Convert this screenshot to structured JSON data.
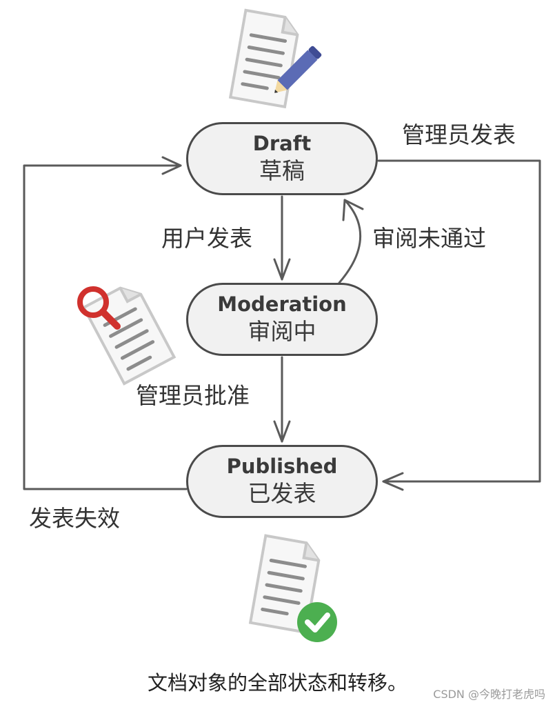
{
  "states": {
    "draft": {
      "en": "Draft",
      "zh": "草稿"
    },
    "moderation": {
      "en": "Moderation",
      "zh": "审阅中"
    },
    "published": {
      "en": "Published",
      "zh": "已发表"
    }
  },
  "transitions": {
    "user_publish": "用户发表",
    "admin_publish": "管理员发表",
    "review_failed": "审阅未通过",
    "admin_approve": "管理员批准",
    "expired": "发表失效"
  },
  "caption": "文档对象的全部状态和转移。",
  "watermark": "CSDN @今晚打老虎吗",
  "icons": {
    "draft": "document-edit-icon",
    "moderation": "document-search-icon",
    "published": "document-approved-icon"
  },
  "colors": {
    "stroke": "#4a4a4a",
    "node_fill": "#f1f1f1",
    "pencil": "#5b6bb5",
    "magnifier": "#d0312d",
    "check": "#4caf50"
  }
}
